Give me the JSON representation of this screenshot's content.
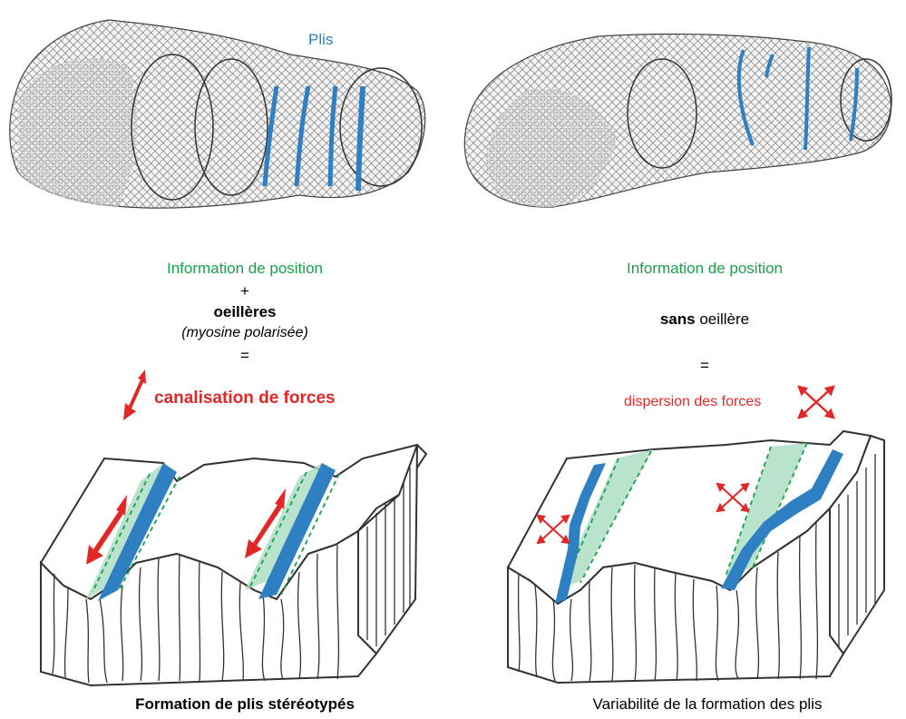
{
  "top_left": {
    "label": "Plis"
  },
  "left": {
    "info": "Information de position",
    "plus": "+",
    "oeilleres": "oeillères",
    "myosine": "(myosine polarisée)",
    "equals": "=",
    "result": "canalisation de forces",
    "caption": "Formation de plis stéréotypés"
  },
  "right": {
    "info": "Information de position",
    "sans_bold": "sans",
    "sans_rest": " oeillère",
    "equals": "=",
    "result": "dispersion des forces",
    "caption": "Variabilité de la formation des plis"
  },
  "colors": {
    "green": "#1aa14a",
    "red": "#e32726",
    "blue": "#2f7fc3",
    "light_green": "#a8dcc0"
  },
  "icons": {
    "double_arrow": "red-double-arrow-icon",
    "dispersion": "red-four-way-arrow-icon"
  }
}
